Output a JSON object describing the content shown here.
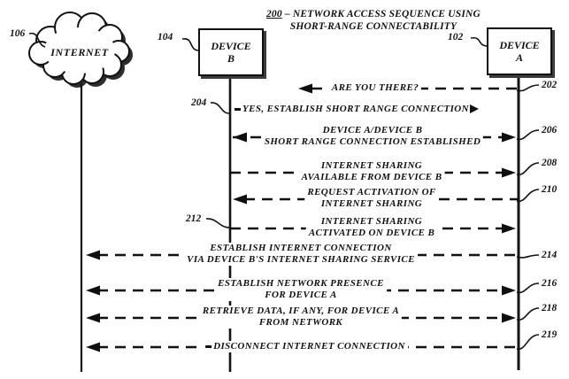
{
  "title": {
    "ref": "200",
    "separator": "–",
    "line1": "NETWORK ACCESS SEQUENCE USING",
    "line2": "SHORT-RANGE CONNECTABILITY"
  },
  "nodes": {
    "internet": {
      "ref": "106",
      "label": "INTERNET"
    },
    "device_b": {
      "ref": "104",
      "name_line1": "DEVICE",
      "name_line2": "B"
    },
    "device_a": {
      "ref": "102",
      "name_line1": "DEVICE",
      "name_line2": "A"
    }
  },
  "connector_glyphs": {
    "dash": "-",
    "arrowhead_right": "triangle-right"
  },
  "messages": [
    {
      "ref": "202",
      "label": "ARE YOU THERE?",
      "from": "DEVICE A",
      "to": "DEVICE B",
      "arrow": "left",
      "style": "dashed"
    },
    {
      "ref": "204",
      "label": "YES, ESTABLISH SHORT RANGE CONNECTION",
      "from": "DEVICE B",
      "to": "DEVICE A",
      "arrow": "right",
      "style": "text-with-arrowhead"
    },
    {
      "ref": "206",
      "line1": "DEVICE A/DEVICE B",
      "line2": "SHORT RANGE CONNECTION ESTABLISHED",
      "from": "DEVICE A",
      "to": "DEVICE B",
      "arrow": "both",
      "style": "dashed"
    },
    {
      "ref": "208",
      "line1": "INTERNET SHARING",
      "line2": "AVAILABLE FROM DEVICE B",
      "from": "DEVICE B",
      "to": "DEVICE A",
      "arrow": "right",
      "style": "dashed"
    },
    {
      "ref": "210",
      "line1": "REQUEST ACTIVATION OF",
      "line2": "INTERNET SHARING",
      "from": "DEVICE A",
      "to": "DEVICE B",
      "arrow": "left",
      "style": "dashed"
    },
    {
      "ref": "212",
      "line1": "INTERNET SHARING",
      "line2": "ACTIVATED ON DEVICE B",
      "from": "DEVICE B",
      "to": "DEVICE A",
      "arrow": "right",
      "style": "dashed"
    },
    {
      "ref": "214",
      "line1": "ESTABLISH INTERNET CONNECTION",
      "line2": "VIA DEVICE B'S INTERNET SHARING SERVICE",
      "from": "DEVICE A",
      "to": "INTERNET",
      "arrow": "left",
      "style": "dashed"
    },
    {
      "ref": "216",
      "line1": "ESTABLISH NETWORK PRESENCE",
      "line2": "FOR DEVICE A",
      "from": "DEVICE A",
      "to": "INTERNET",
      "arrow": "both",
      "style": "dashed"
    },
    {
      "ref": "218",
      "line1": "RETRIEVE DATA, IF ANY, FOR DEVICE A",
      "line2": "FROM NETWORK",
      "from": "INTERNET",
      "to": "DEVICE A",
      "arrow": "both",
      "style": "dashed"
    },
    {
      "ref": "219",
      "label": "DISCONNECT INTERNET CONNECTION",
      "from": "DEVICE A",
      "to": "INTERNET",
      "arrow": "left",
      "style": "dashed"
    }
  ],
  "colors": {
    "ink": "#111111",
    "background": "#ffffff"
  }
}
